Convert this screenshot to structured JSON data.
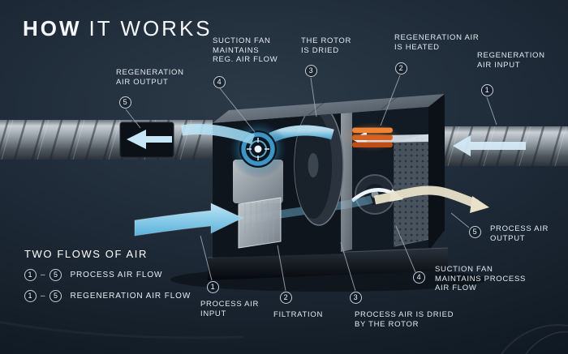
{
  "colors": {
    "background": "#15202c",
    "text": "#e3eaf0",
    "flow_blue": "#6cc0e4",
    "heater_orange": "#e8792f",
    "process_output_cream": "#e8e0c8",
    "duct_gray": "#9aa3ab"
  },
  "title": {
    "word_bold": "HOW",
    "word_rest": "IT WORKS"
  },
  "callouts_top": [
    {
      "num": "5",
      "lines": [
        "REGENERATION",
        "AIR OUTPUT"
      ]
    },
    {
      "num": "4",
      "lines": [
        "SUCTION FAN",
        "MAINTAINS",
        "REG. AIR FLOW"
      ]
    },
    {
      "num": "3",
      "lines": [
        "THE ROTOR",
        "IS DRIED"
      ]
    },
    {
      "num": "2",
      "lines": [
        "REGENERATION AIR",
        "IS HEATED"
      ]
    },
    {
      "num": "1",
      "lines": [
        "REGENERATION",
        "AIR INPUT"
      ]
    }
  ],
  "callouts_bottom": [
    {
      "num": "1",
      "lines": [
        "PROCESS AIR",
        "INPUT"
      ]
    },
    {
      "num": "2",
      "lines": [
        "FILTRATION"
      ]
    },
    {
      "num": "3",
      "lines": [
        "PROCESS AIR IS DRIED",
        "BY THE ROTOR"
      ]
    },
    {
      "num": "4",
      "lines": [
        "SUCTION FAN",
        "MAINTAINS PROCESS",
        "AIR FLOW"
      ]
    },
    {
      "num": "5",
      "lines": [
        "PROCESS AIR",
        "OUTPUT"
      ]
    }
  ],
  "legend": {
    "heading": "TWO FLOWS OF AIR",
    "separator": "–",
    "rows": [
      {
        "from": "1",
        "to": "5",
        "label": "PROCESS AIR FLOW"
      },
      {
        "from": "1",
        "to": "5",
        "label": "REGENERATION AIR FLOW"
      }
    ]
  },
  "illustration_parts": [
    "left-spiral-duct",
    "right-spiral-duct",
    "suction-fan",
    "desiccant-rotor",
    "regeneration-heater",
    "process-filter",
    "perforated-panel",
    "process-fan",
    "process-air-input-arrow",
    "process-air-output-arrow",
    "regeneration-air-arrows"
  ]
}
